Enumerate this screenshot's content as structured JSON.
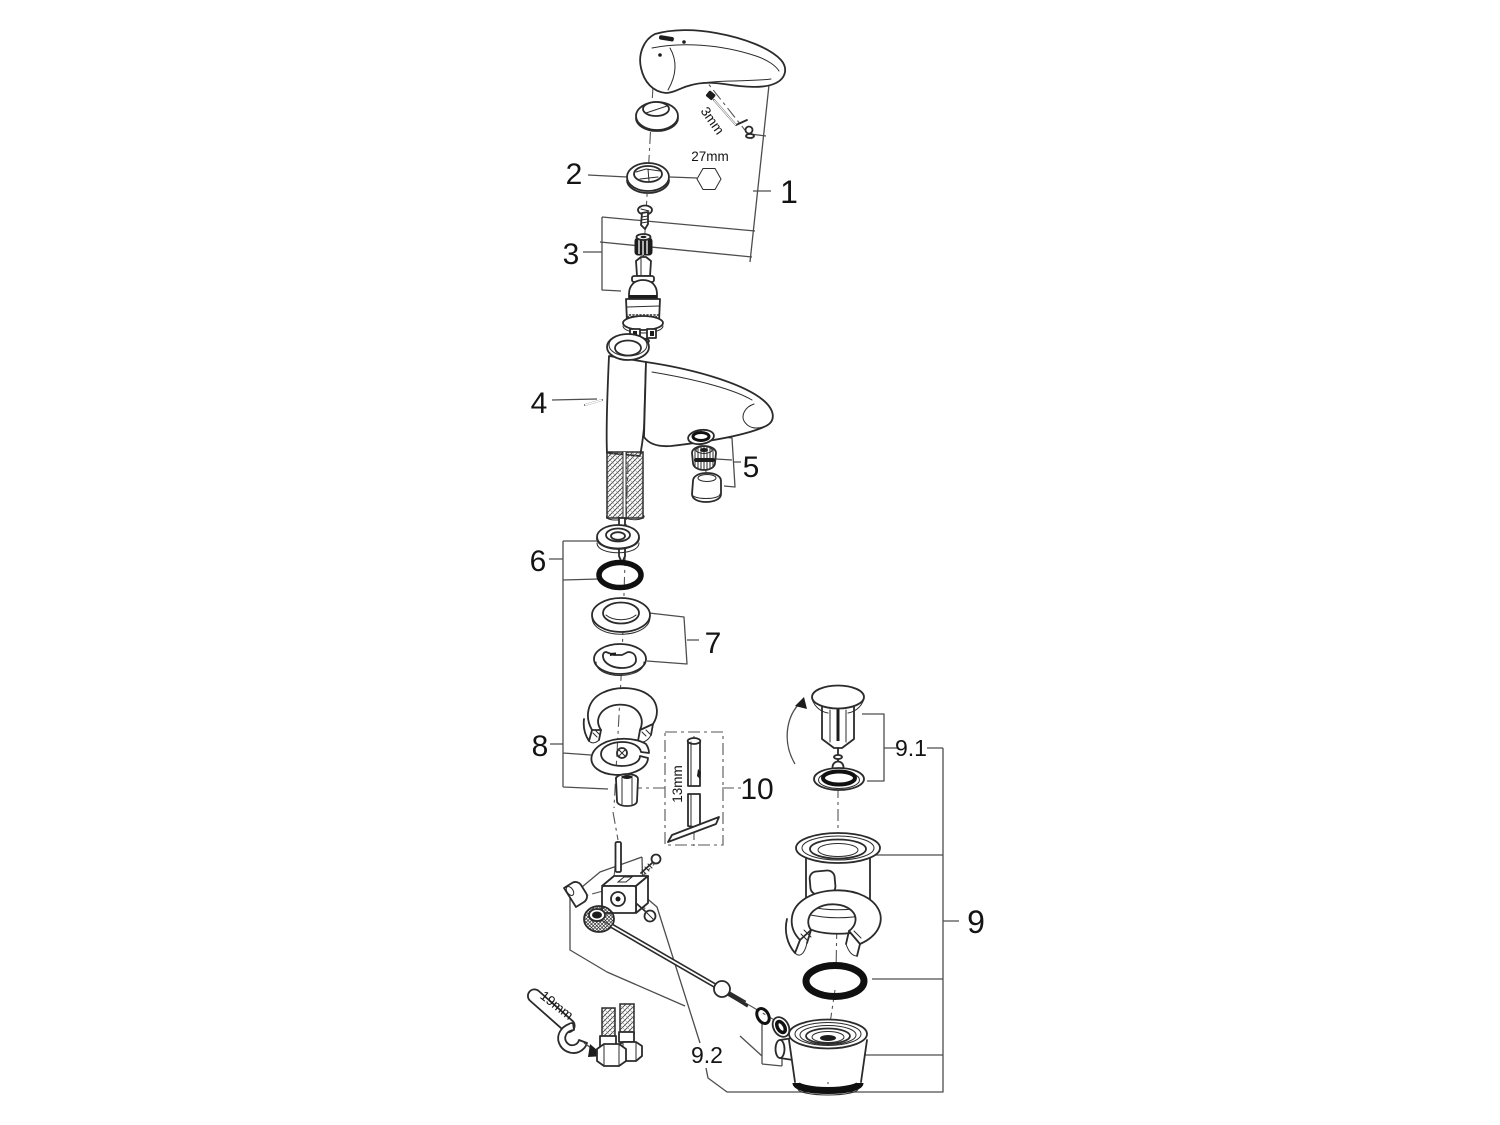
{
  "colors": {
    "background": "#ffffff",
    "line": "#2b2b2b",
    "bracket_line": "#4d4d4d"
  },
  "diagram": {
    "callouts": {
      "c1": "1",
      "c2": "2",
      "c3": "3",
      "c4": "4",
      "c5": "5",
      "c6": "6",
      "c7": "7",
      "c8": "8",
      "c9": "9",
      "c9_1": "9.1",
      "c9_2": "9.2",
      "c10": "10"
    },
    "tools": {
      "allen_key": "3mm",
      "cap_nut_hex": "27mm",
      "socket": "13mm",
      "wrench": "19mm"
    }
  }
}
